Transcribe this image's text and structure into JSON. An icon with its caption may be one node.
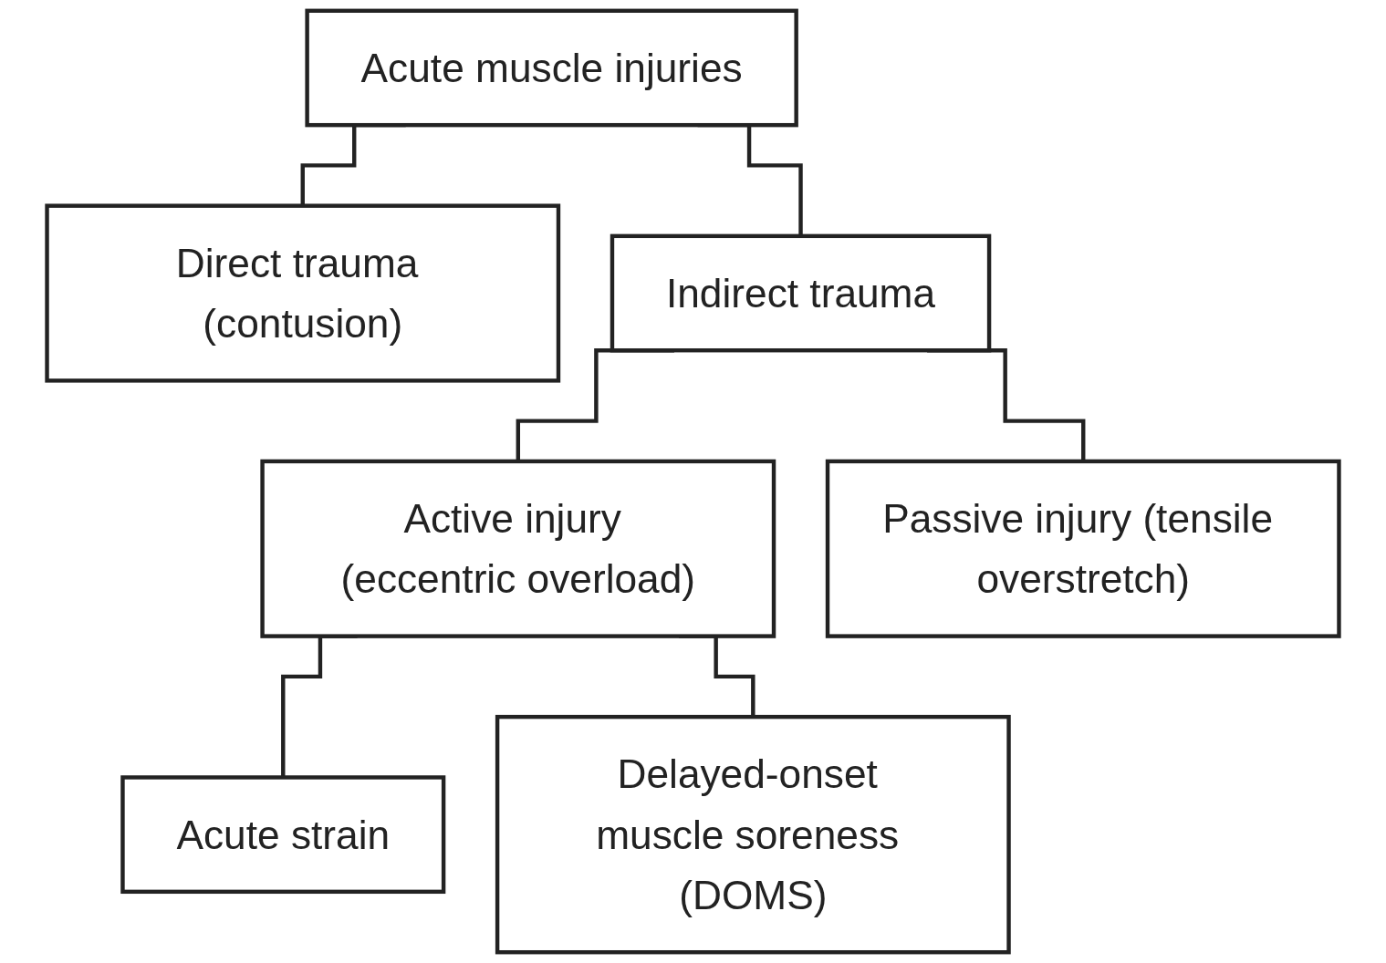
{
  "diagram": {
    "nodes": [
      {
        "text": [
          "Acute muscle injuries"
        ]
      },
      {
        "text": [
          "Direct trauma (contusion)"
        ]
      },
      {
        "text": [
          "Indirect trauma"
        ]
      },
      {
        "text": [
          "Active injury (eccentric overload)"
        ]
      },
      {
        "text": [
          "Passive injury (tensile overstretch)"
        ]
      },
      {
        "text": [
          "Acute strain"
        ]
      },
      {
        "text": [
          "Delayed-onset muscle soreness (DOMS)"
        ]
      }
    ],
    "edges": [
      {
        "from": 0,
        "to": 1,
        "arrow": "none"
      },
      {
        "from": 0,
        "to": 2,
        "arrow": "none"
      },
      {
        "from": 2,
        "to": 3,
        "arrow": "none"
      },
      {
        "from": 2,
        "to": 4,
        "arrow": "none"
      },
      {
        "from": 3,
        "to": 5,
        "arrow": "none"
      },
      {
        "from": 3,
        "to": 6,
        "arrow": "none"
      }
    ]
  }
}
